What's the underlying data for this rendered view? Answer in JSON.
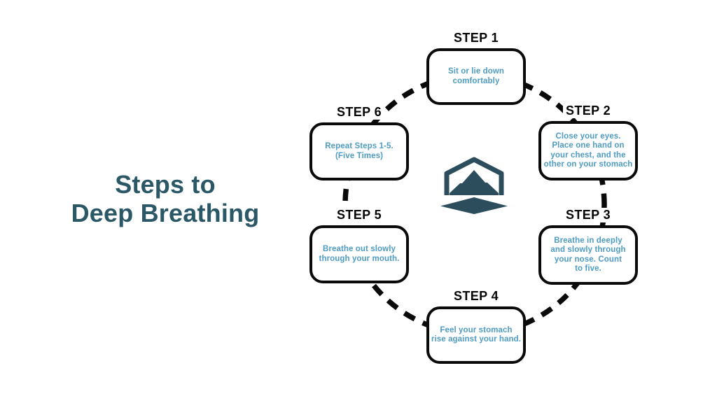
{
  "title": {
    "line1": "Steps to",
    "line2": "Deep Breathing"
  },
  "steps": [
    {
      "label": "STEP 1",
      "lines": [
        "Sit or lie down",
        "comfortably"
      ]
    },
    {
      "label": "STEP 2",
      "lines": [
        "Close your eyes.",
        "Place one hand on",
        "your chest, and the",
        "other on your stomach"
      ]
    },
    {
      "label": "STEP 3",
      "lines": [
        "Breathe in deeply",
        "and slowly through",
        "your nose. Count",
        "to five."
      ]
    },
    {
      "label": "STEP 4",
      "lines": [
        "Feel your stomach",
        "rise against your hand."
      ]
    },
    {
      "label": "STEP 5",
      "lines": [
        "Breathe out slowly",
        "through your mouth."
      ]
    },
    {
      "label": "STEP 6",
      "lines": [
        "Repeat Steps 1-5.",
        "(Five Times)"
      ]
    }
  ],
  "icons": {
    "center_logo": "mountain-hexagon-logo"
  },
  "colors": {
    "title_teal": "#2b5867",
    "step_text_blue": "#4f9cc3",
    "logo_teal": "#2c4d5b",
    "line_black": "#0a0a0a",
    "background": "#ffffff"
  }
}
